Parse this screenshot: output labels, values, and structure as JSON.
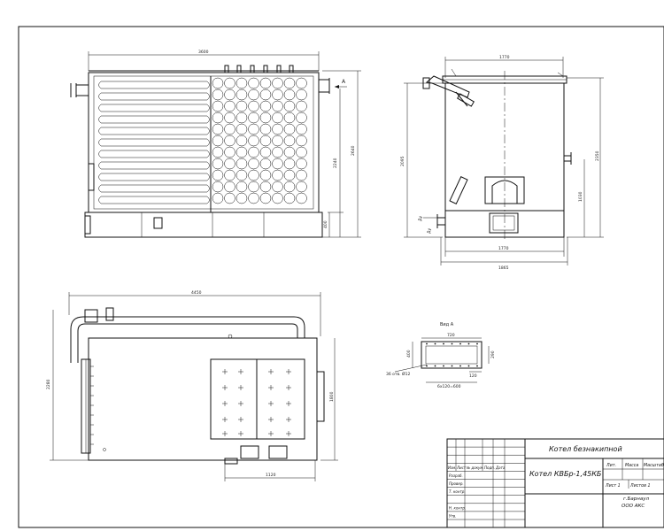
{
  "views": {
    "front": {
      "dim_width": "3600",
      "dim_height_total": "2640",
      "dim_height_inner": "2240",
      "dim_base": "400",
      "arrow_label": "А"
    },
    "side": {
      "dim_top": "1770",
      "dim_bottom_inner": "1770",
      "dim_bottom_outer": "1865",
      "dim_height_left": "2095",
      "dim_height_right": "2350",
      "dim_mid_right": "1030",
      "dim_low_left": "Ду",
      "dim_low_left2": "Ду"
    },
    "plan": {
      "dim_width": "4450",
      "dim_depth": "2280",
      "dim_right": "1800",
      "dim_bottom": "1120"
    },
    "detail": {
      "title": "Вид А",
      "dim_top": "720",
      "dim_left": "400",
      "dim_right": "290",
      "dim_bottom": "120",
      "hole_note": "36 отв. Ø12",
      "bottom_note": "6х120=600"
    }
  },
  "title_block": {
    "project_name": "Котел безнакипной",
    "drawing_name": "Котел КВБр-1,45КБ",
    "col_lit": "Лит.",
    "col_mass": "Масса",
    "col_scale": "Масштаб",
    "sheet": "Лист 1",
    "sheets": "Листов 1",
    "city": "г.Барнаул",
    "company": "ООО АКС",
    "row_labels": [
      "Изм.",
      "Лист",
      "№ докум.",
      "Подп.",
      "Дата"
    ],
    "role_labels": [
      "Разраб.",
      "Провер.",
      "Т. контр.",
      "",
      "Н. контр.",
      "Утв."
    ]
  }
}
